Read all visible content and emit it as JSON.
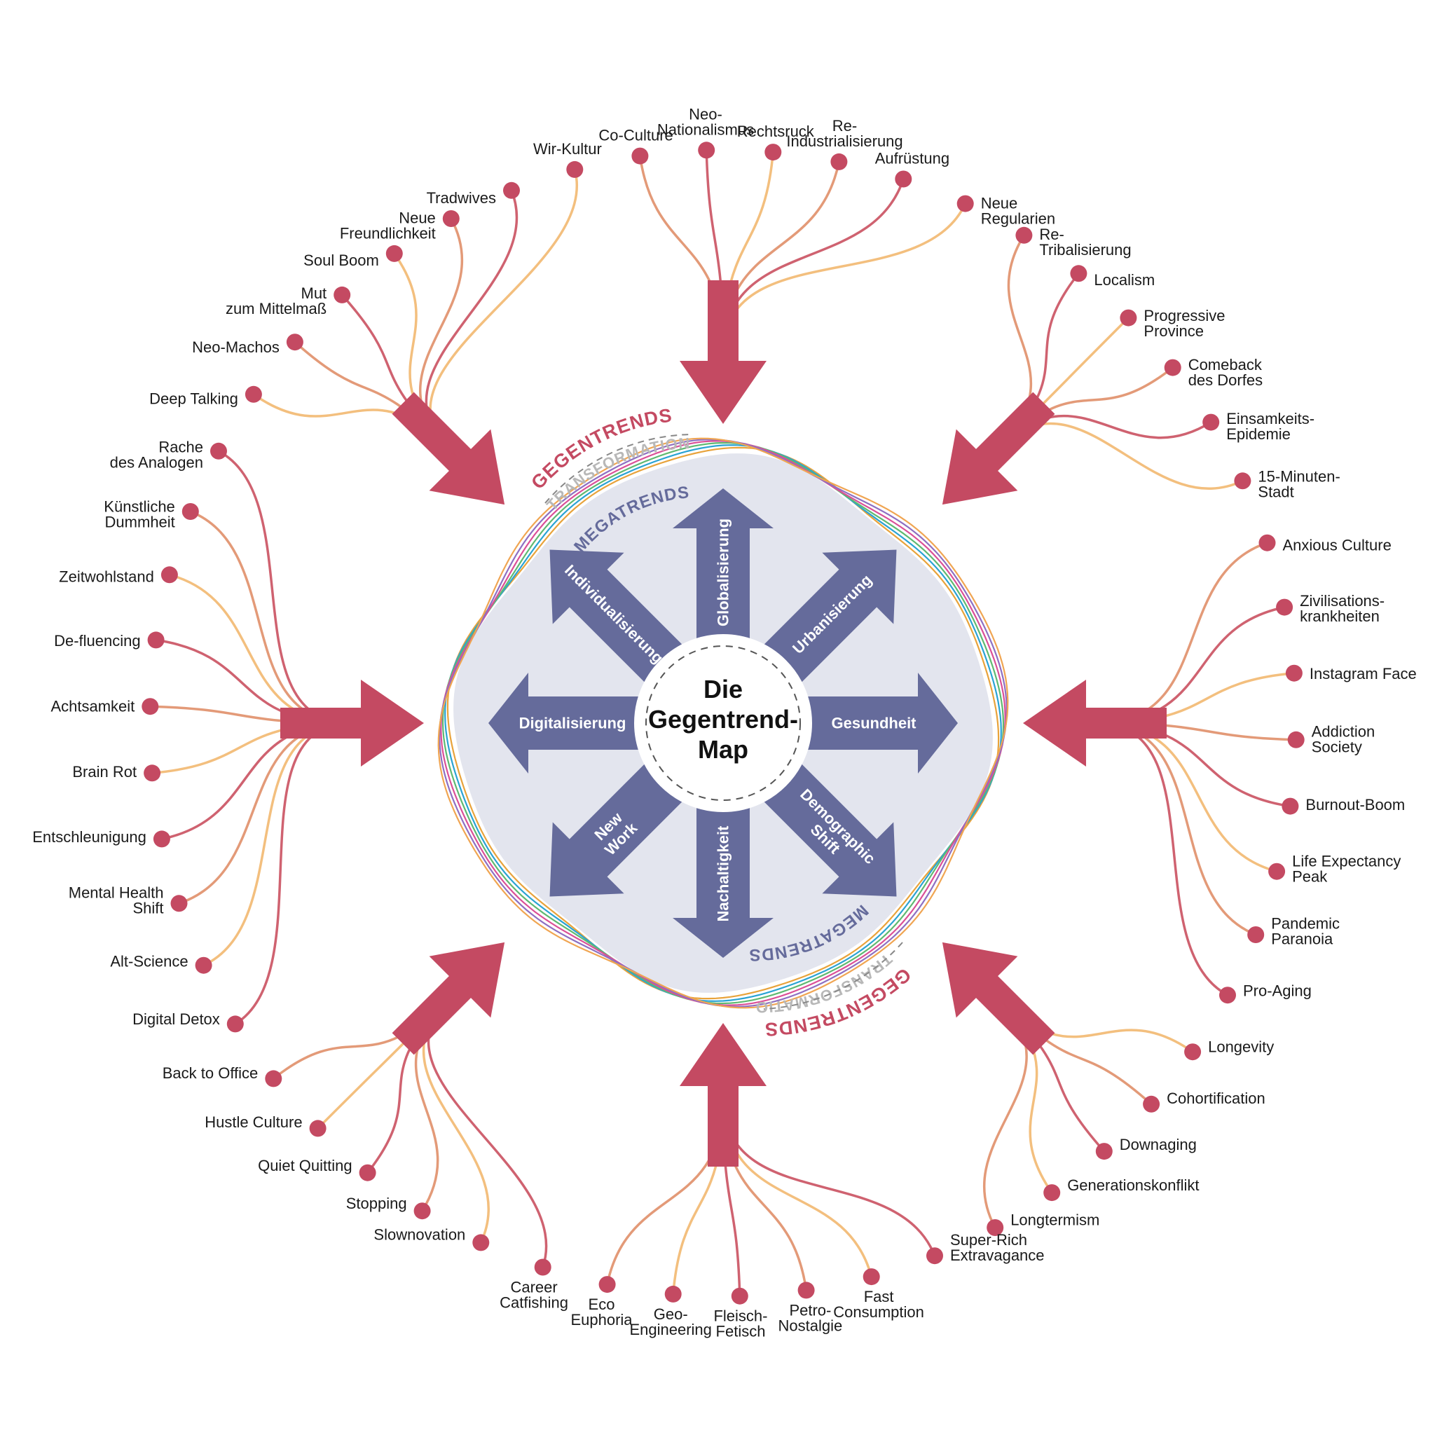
{
  "title": [
    "Die",
    "Gegentrend-",
    "Map"
  ],
  "ring_labels": {
    "gegentrends": "GEGENTRENDS",
    "transformation": "TRANSFORMATION",
    "megatrends": "MEGATRENDS"
  },
  "colors": {
    "accent": "#c44a62",
    "megatrend_arrow": "#656b9b",
    "core_fill": "#e3e5ee",
    "line_light": "#f3bf7e",
    "line_mid": "#e39a78",
    "line_dark": "#cf6270",
    "ring_colors": [
      "#e8a33b",
      "#2aa3d3",
      "#5fb971",
      "#db4f97",
      "#8e6fc2",
      "#f0a552"
    ]
  },
  "megatrends": [
    {
      "label": "Globalisierung",
      "direction": "up"
    },
    {
      "label": "Urbanisierung",
      "direction": "up-right"
    },
    {
      "label": "Gesundheit",
      "direction": "right"
    },
    {
      "label": "Demographic Shift",
      "direction": "down-right"
    },
    {
      "label": "Nachaltigkeit",
      "direction": "down"
    },
    {
      "label": "New Work",
      "direction": "down-left"
    },
    {
      "label": "Digitalisierung",
      "direction": "left"
    },
    {
      "label": "Individualisierung",
      "direction": "up-left"
    }
  ],
  "countertrends": [
    {
      "label": [
        "Rechtsruck"
      ],
      "hub": "top"
    },
    {
      "label": [
        "Re-",
        "Industrialisierung"
      ],
      "hub": "top"
    },
    {
      "label": [
        "Aufrüstung"
      ],
      "hub": "top"
    },
    {
      "label": [
        "Neue",
        "Regularien"
      ],
      "hub": "top"
    },
    {
      "label": [
        "Re-",
        "Tribalisierung"
      ],
      "hub": "topright"
    },
    {
      "label": [
        "Localism"
      ],
      "hub": "topright"
    },
    {
      "label": [
        "Progressive",
        "Province"
      ],
      "hub": "topright"
    },
    {
      "label": [
        "Comeback",
        "des Dorfes"
      ],
      "hub": "topright"
    },
    {
      "label": [
        "Einsamkeits-",
        "Epidemie"
      ],
      "hub": "topright"
    },
    {
      "label": [
        "15-Minuten-",
        "Stadt"
      ],
      "hub": "topright"
    },
    {
      "label": [
        "Anxious Culture"
      ],
      "hub": "right"
    },
    {
      "label": [
        "Zivilisations-",
        "krankheiten"
      ],
      "hub": "right"
    },
    {
      "label": [
        "Instagram Face"
      ],
      "hub": "right"
    },
    {
      "label": [
        "Addiction",
        "Society"
      ],
      "hub": "right"
    },
    {
      "label": [
        "Burnout-Boom"
      ],
      "hub": "right"
    },
    {
      "label": [
        "Life Expectancy",
        "Peak"
      ],
      "hub": "right"
    },
    {
      "label": [
        "Pandemic",
        "Paranoia"
      ],
      "hub": "right"
    },
    {
      "label": [
        "Pro-Aging"
      ],
      "hub": "right"
    },
    {
      "label": [
        "Longevity"
      ],
      "hub": "bottomright"
    },
    {
      "label": [
        "Cohortification"
      ],
      "hub": "bottomright"
    },
    {
      "label": [
        "Downaging"
      ],
      "hub": "bottomright"
    },
    {
      "label": [
        "Generationskonflikt"
      ],
      "hub": "bottomright"
    },
    {
      "label": [
        "Longtermism"
      ],
      "hub": "bottomright"
    },
    {
      "label": [
        "Super-Rich",
        "Extravagance"
      ],
      "hub": "bottom"
    },
    {
      "label": [
        "Fast",
        "Consumption"
      ],
      "hub": "bottom"
    },
    {
      "label": [
        "Petro-",
        "Nostalgie"
      ],
      "hub": "bottom"
    },
    {
      "label": [
        "Fleisch-",
        "Fetisch"
      ],
      "hub": "bottom"
    },
    {
      "label": [
        "Geo-",
        "Engineering"
      ],
      "hub": "bottom"
    },
    {
      "label": [
        "Eco",
        "Euphoria"
      ],
      "hub": "bottom"
    },
    {
      "label": [
        "Career",
        "Catfishing"
      ],
      "hub": "bottomleft"
    },
    {
      "label": [
        "Slownovation"
      ],
      "hub": "bottomleft"
    },
    {
      "label": [
        "Stopping"
      ],
      "hub": "bottomleft"
    },
    {
      "label": [
        "Quiet Quitting"
      ],
      "hub": "bottomleft"
    },
    {
      "label": [
        "Hustle Culture"
      ],
      "hub": "bottomleft"
    },
    {
      "label": [
        "Back to Office"
      ],
      "hub": "bottomleft"
    },
    {
      "label": [
        "Digital Detox"
      ],
      "hub": "left"
    },
    {
      "label": [
        "Alt-Science"
      ],
      "hub": "left"
    },
    {
      "label": [
        "Mental Health",
        "Shift"
      ],
      "hub": "left"
    },
    {
      "label": [
        "Entschleunigung"
      ],
      "hub": "left"
    },
    {
      "label": [
        "Brain Rot"
      ],
      "hub": "left"
    },
    {
      "label": [
        "Achtsamkeit"
      ],
      "hub": "left"
    },
    {
      "label": [
        "De-fluencing"
      ],
      "hub": "left"
    },
    {
      "label": [
        "Zeitwohlstand"
      ],
      "hub": "left"
    },
    {
      "label": [
        "Künstliche",
        "Dummheit"
      ],
      "hub": "left"
    },
    {
      "label": [
        "Rache",
        "des Analogen"
      ],
      "hub": "left"
    },
    {
      "label": [
        "Deep Talking"
      ],
      "hub": "topleft"
    },
    {
      "label": [
        "Neo-Machos"
      ],
      "hub": "topleft"
    },
    {
      "label": [
        "Mut",
        "zum Mittelmaß"
      ],
      "hub": "topleft"
    },
    {
      "label": [
        "Soul Boom"
      ],
      "hub": "topleft"
    },
    {
      "label": [
        "Neue",
        "Freundlichkeit"
      ],
      "hub": "topleft"
    },
    {
      "label": [
        "Tradwives"
      ],
      "hub": "topleft"
    },
    {
      "label": [
        "Wir-Kultur"
      ],
      "hub": "topleft"
    },
    {
      "label": [
        "Co-Culture"
      ],
      "hub": "top"
    },
    {
      "label": [
        "Neo-",
        "Nationalismus"
      ],
      "hub": "top"
    }
  ]
}
